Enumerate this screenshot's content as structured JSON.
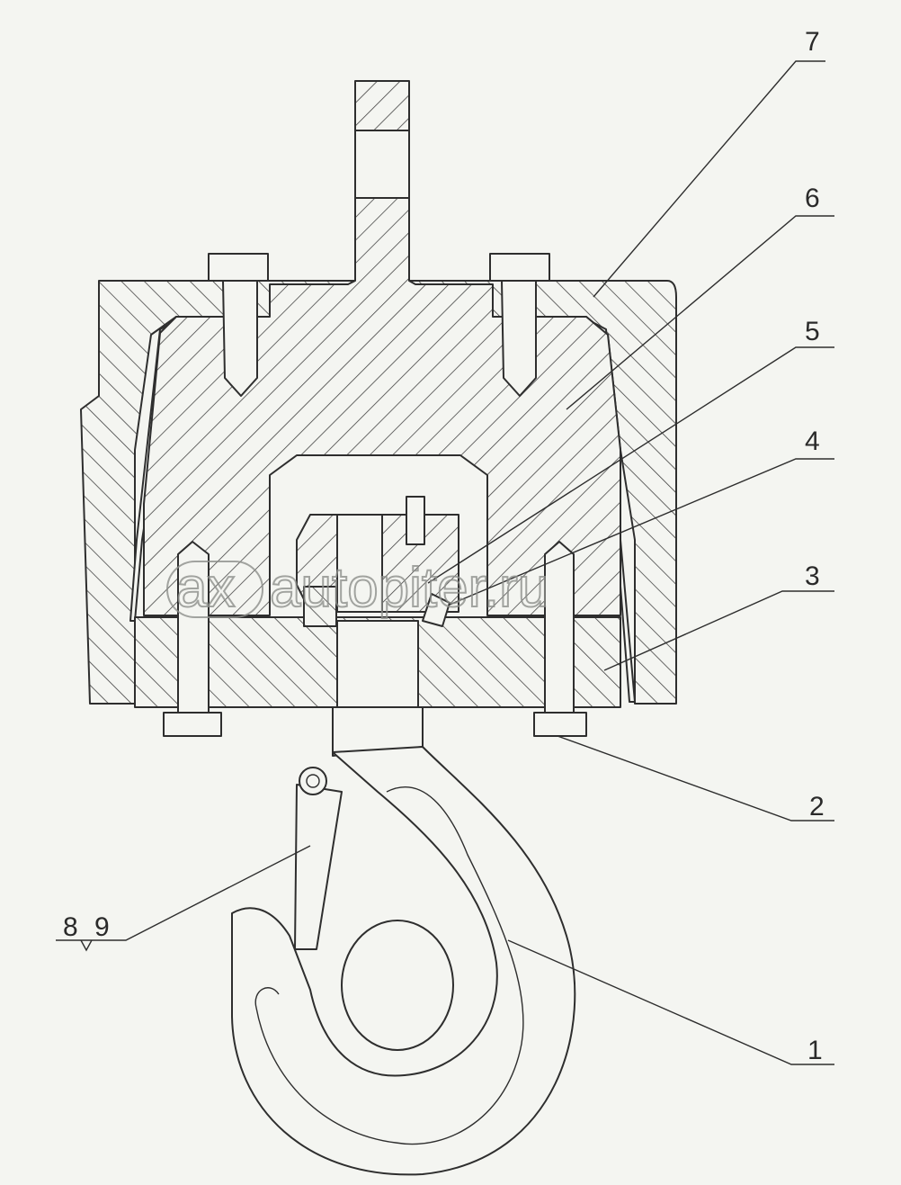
{
  "callouts": [
    {
      "id": "1",
      "label": "1"
    },
    {
      "id": "2",
      "label": "2"
    },
    {
      "id": "3",
      "label": "3"
    },
    {
      "id": "4",
      "label": "4"
    },
    {
      "id": "5",
      "label": "5"
    },
    {
      "id": "6",
      "label": "6"
    },
    {
      "id": "7",
      "label": "7"
    },
    {
      "id": "8",
      "label": "8"
    },
    {
      "id": "9",
      "label": "9"
    }
  ],
  "watermark": {
    "text": "autopiter.ru",
    "logo": "ax"
  }
}
